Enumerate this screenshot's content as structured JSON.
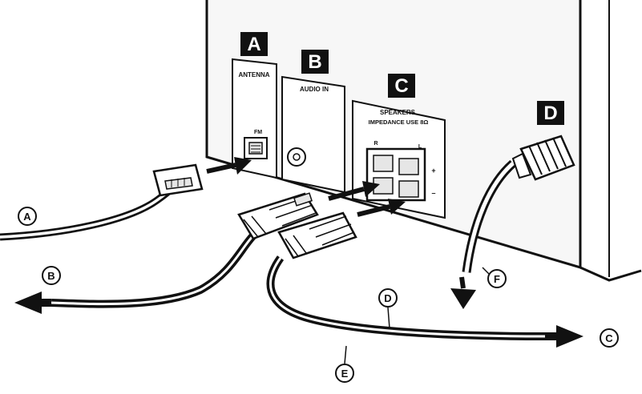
{
  "sections": {
    "a": {
      "letter": "A",
      "label": "ANTENNA",
      "port": "FM"
    },
    "b": {
      "letter": "B",
      "label": "AUDIO IN"
    },
    "c": {
      "letter": "C",
      "label": "SPEAKERS",
      "sub": "IMPEDANCE USE 8Ω",
      "r": "R",
      "l": "L",
      "plus": "+",
      "minus": "–"
    },
    "d": {
      "letter": "D"
    }
  },
  "callouts": {
    "a": "A",
    "b": "B",
    "c": "C",
    "d": "D",
    "e": "E",
    "f": "F"
  },
  "colors": {
    "ink": "#111111",
    "paper": "#ffffff",
    "panel_fill": "#f7f7f7",
    "connector_fill": "#e6e6e6",
    "box_fill": "#111111"
  }
}
